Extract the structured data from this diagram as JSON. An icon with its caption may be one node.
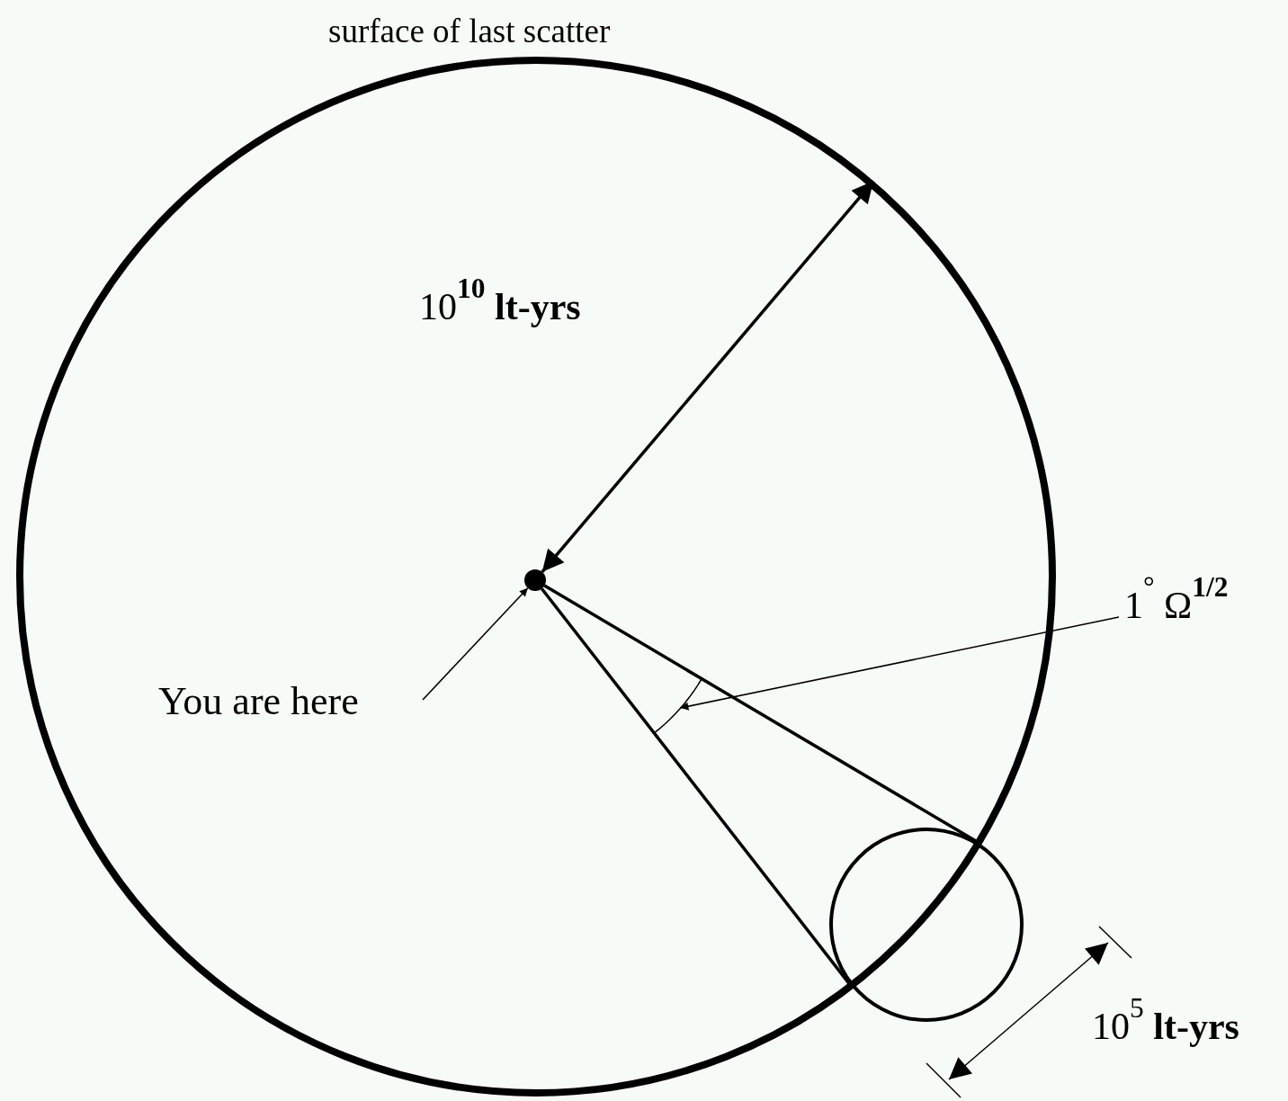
{
  "diagram": {
    "nodes": [
      {
        "text": [
          "surface of last scatter"
        ]
      },
      {
        "text": [],
        "shape": "circle",
        "in": 0
      },
      {
        "text": [
          "1$^{°}$ Ω$^{1/2}$"
        ]
      },
      {
        "text": [
          "You are here"
        ],
        "in": 0
      },
      {
        "text": [],
        "shape": "circle"
      },
      {
        "text": [],
        "shape": "arc",
        "in": 0
      }
    ],
    "edges": [
      {
        "from": 3,
        "to": 1,
        "arrow": "to"
      },
      {
        "from": 1,
        "to": 4,
        "arrow": "none"
      },
      {
        "from": 1,
        "to": 4,
        "arrow": "none"
      },
      {
        "from": 2,
        "to": 5,
        "arrow": "to"
      },
      {
        "from": 1,
        "to": 0,
        "arrow": "both",
        "label": "10$^{10}$ **lt-yrs**"
      }
    ],
    "labels": [
      "10$^{5}$ **lt-yrs**"
    ]
  }
}
